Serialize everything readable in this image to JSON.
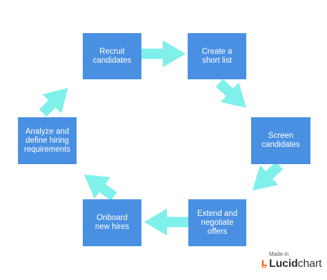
{
  "diagram": {
    "type": "cycle",
    "colors": {
      "node": "#4a90e2",
      "arrow": "#7ff0ea",
      "text": "#ffffff"
    },
    "nodes": [
      {
        "id": "recruit",
        "lines": [
          "Recruit",
          "candidates"
        ]
      },
      {
        "id": "shortlist",
        "lines": [
          "Create a",
          "short list"
        ]
      },
      {
        "id": "screen",
        "lines": [
          "Screen",
          "candidates"
        ]
      },
      {
        "id": "extend",
        "lines": [
          "Extend and",
          "negotiate",
          "offers"
        ]
      },
      {
        "id": "onboard",
        "lines": [
          "Onboard",
          "new hires"
        ]
      },
      {
        "id": "analyze",
        "lines": [
          "Analyze and",
          "define hiring",
          "requirements"
        ]
      }
    ],
    "edges": [
      {
        "from": "recruit",
        "to": "shortlist"
      },
      {
        "from": "shortlist",
        "to": "screen"
      },
      {
        "from": "screen",
        "to": "extend"
      },
      {
        "from": "extend",
        "to": "onboard"
      },
      {
        "from": "onboard",
        "to": "analyze"
      },
      {
        "from": "analyze",
        "to": "recruit"
      }
    ]
  },
  "branding": {
    "made_in": "Made in",
    "logo_bold": "Lucid",
    "logo_regular": "chart",
    "logo_color": "#f96b13"
  }
}
